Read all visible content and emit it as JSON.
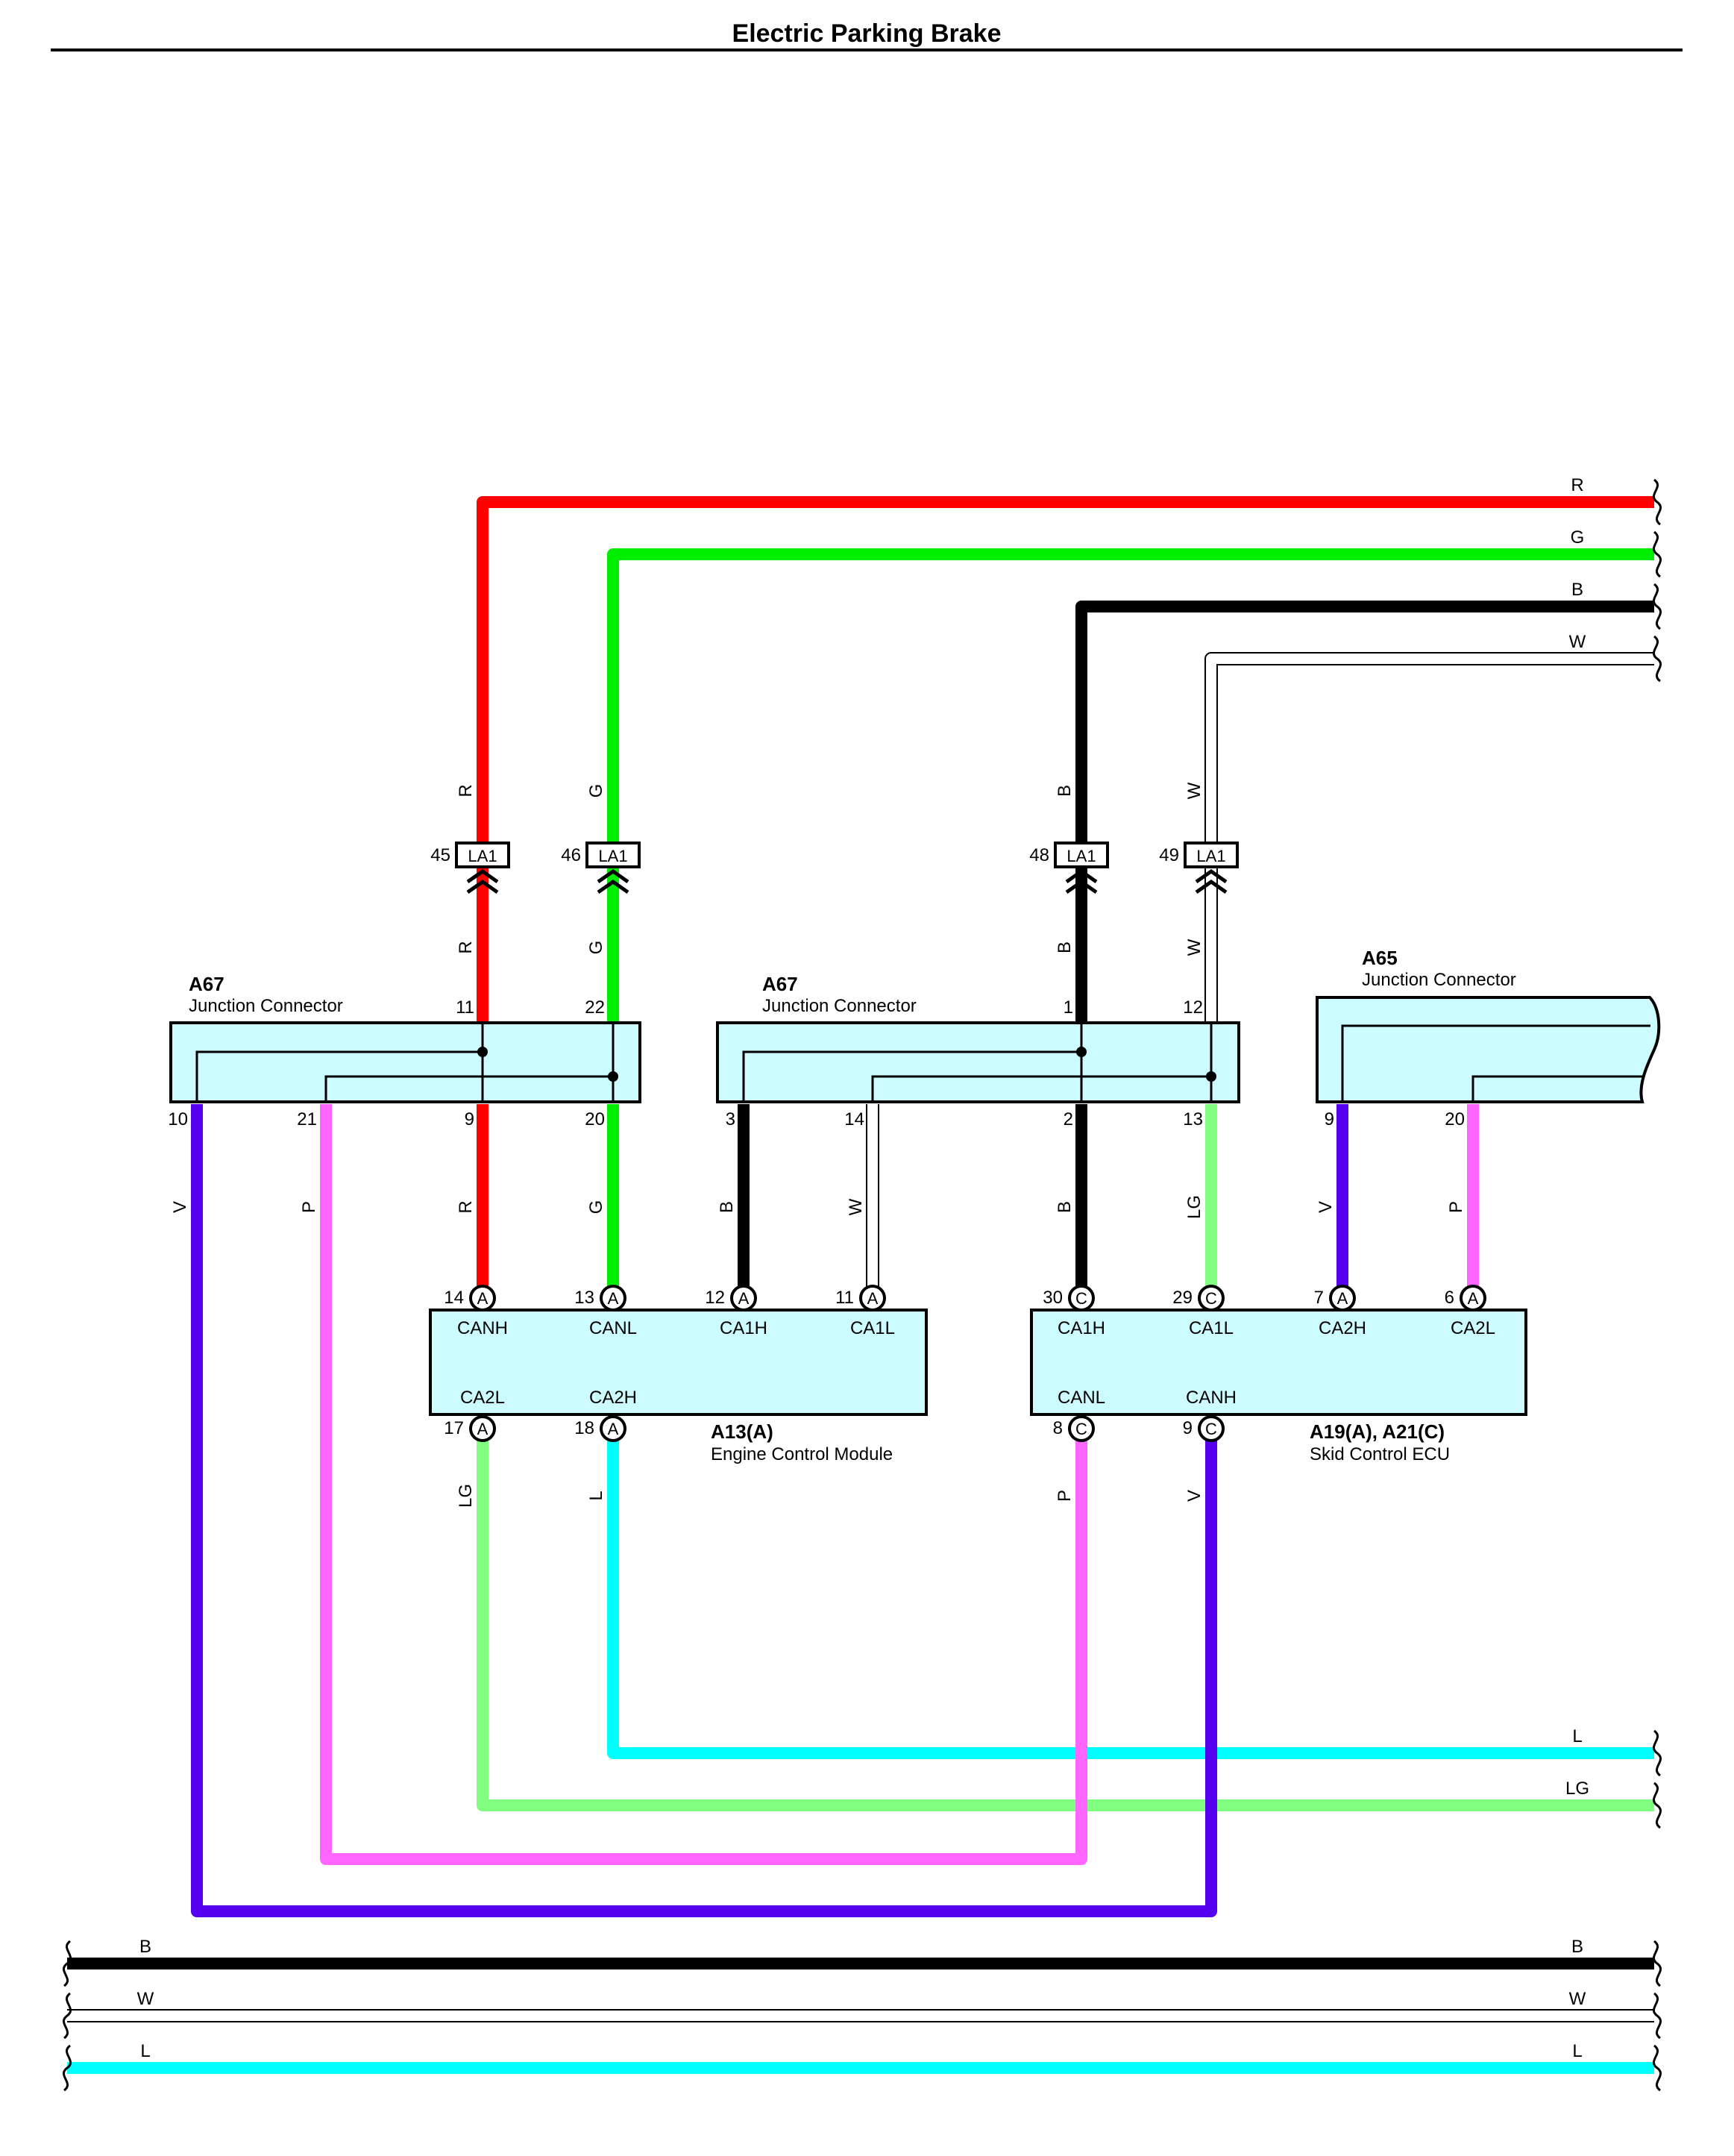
{
  "page": {
    "title": "Electric Parking Brake"
  },
  "colors": {
    "R": "#ff0000",
    "G": "#00ee00",
    "B": "#000000",
    "W": "#ffffff",
    "V": "#5500ee",
    "P": "#ff66ff",
    "LG": "#80ff80",
    "L": "#00ffff",
    "component_fill": "#ccfcff"
  },
  "wire_codes": {
    "R": "R",
    "G": "G",
    "B": "B",
    "W": "W",
    "V": "V",
    "P": "P",
    "LG": "LG",
    "L": "L"
  },
  "components": {
    "a67_left": {
      "id": "A67",
      "name": "Junction Connector",
      "pins": [
        "11",
        "22",
        "10",
        "21",
        "9",
        "20"
      ]
    },
    "a67_mid": {
      "id": "A67",
      "name": "Junction Connector",
      "pins": [
        "1",
        "12",
        "3",
        "14",
        "2",
        "13"
      ]
    },
    "a65": {
      "id": "A65",
      "name": "Junction Connector",
      "pins": [
        "9",
        "20"
      ]
    },
    "ecm": {
      "id": "A13(A)",
      "name": "Engine Control Module",
      "pins_top": [
        {
          "num": "14",
          "conn": "A",
          "label": "CANH"
        },
        {
          "num": "13",
          "conn": "A",
          "label": "CANL"
        },
        {
          "num": "12",
          "conn": "A",
          "label": "CA1H"
        },
        {
          "num": "11",
          "conn": "A",
          "label": "CA1L"
        }
      ],
      "pins_bottom": [
        {
          "num": "17",
          "conn": "A",
          "label": "CA2L"
        },
        {
          "num": "18",
          "conn": "A",
          "label": "CA2H"
        }
      ]
    },
    "skid": {
      "id": "A19(A), A21(C)",
      "name": "Skid Control ECU",
      "pins_top": [
        {
          "num": "30",
          "conn": "C",
          "label": "CA1H"
        },
        {
          "num": "29",
          "conn": "C",
          "label": "CA1L"
        },
        {
          "num": "7",
          "conn": "A",
          "label": "CA2H"
        },
        {
          "num": "6",
          "conn": "A",
          "label": "CA2L"
        }
      ],
      "pins_bottom": [
        {
          "num": "8",
          "conn": "C",
          "label": "CANL"
        },
        {
          "num": "9",
          "conn": "C",
          "label": "CANH"
        }
      ]
    }
  },
  "inline_connectors": [
    {
      "pin": "45",
      "name": "LA1"
    },
    {
      "pin": "46",
      "name": "LA1"
    },
    {
      "pin": "48",
      "name": "LA1"
    },
    {
      "pin": "49",
      "name": "LA1"
    }
  ]
}
